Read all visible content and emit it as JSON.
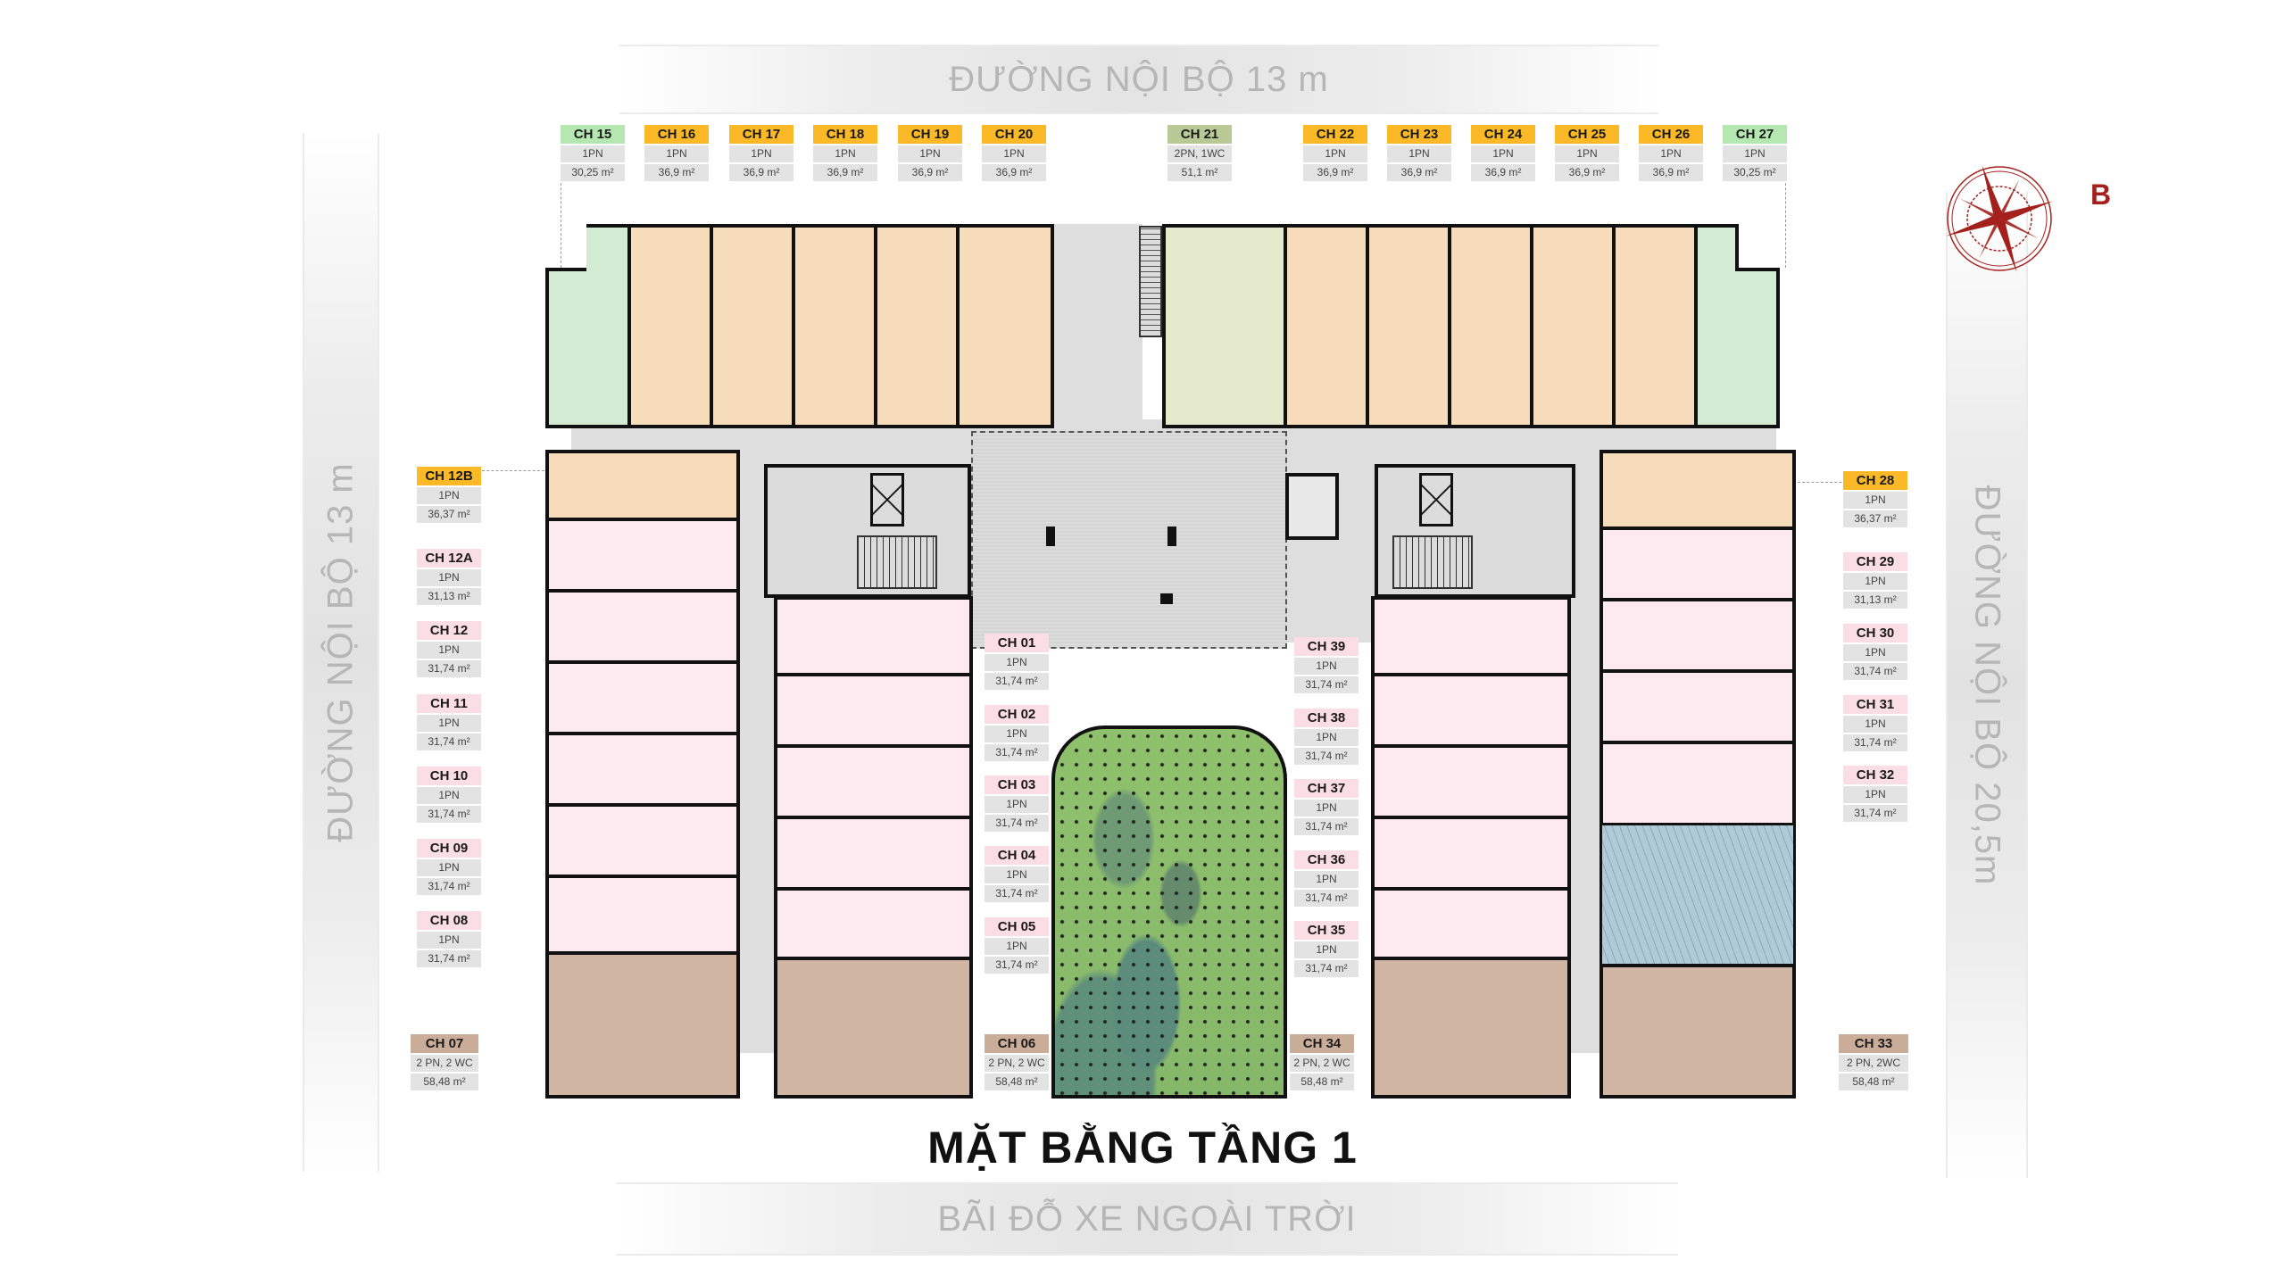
{
  "title": "MẶT BẰNG TẦNG 1",
  "roads": {
    "top": "ĐƯỜNG NỘI BỘ 13 m",
    "left": "ĐƯỜNG NỘI BỘ 13 m",
    "right": "ĐƯỜNG NỘI BỘ 20,5m",
    "bottom": "BÃI ĐỖ XE NGOÀI TRỜI"
  },
  "compass": {
    "label": "B",
    "color": "#a4201c"
  },
  "colors": {
    "orange_tag": "#fbb827",
    "green_tag": "#b5e8b0",
    "olive_tag": "#b9c995",
    "pink_tag": "#fbdde6",
    "tan_tag": "#c9ad98",
    "peach_unit": "#f7dcbc",
    "mint_unit": "#d2ecd4",
    "pink_unit": "#fdeaf0",
    "tan_unit": "#d0b5a3"
  },
  "units_top": [
    {
      "name": "CH 15",
      "type": "1PN",
      "area": "30,25 m²",
      "tag": "green"
    },
    {
      "name": "CH 16",
      "type": "1PN",
      "area": "36,9 m²",
      "tag": "orange"
    },
    {
      "name": "CH 17",
      "type": "1PN",
      "area": "36,9 m²",
      "tag": "orange"
    },
    {
      "name": "CH 18",
      "type": "1PN",
      "area": "36,9 m²",
      "tag": "orange"
    },
    {
      "name": "CH 19",
      "type": "1PN",
      "area": "36,9 m²",
      "tag": "orange"
    },
    {
      "name": "CH 20",
      "type": "1PN",
      "area": "36,9 m²",
      "tag": "orange"
    },
    {
      "name": "CH 21",
      "type": "2PN, 1WC",
      "area": "51,1 m²",
      "tag": "olive"
    },
    {
      "name": "CH 22",
      "type": "1PN",
      "area": "36,9 m²",
      "tag": "orange"
    },
    {
      "name": "CH 23",
      "type": "1PN",
      "area": "36,9 m²",
      "tag": "orange"
    },
    {
      "name": "CH 24",
      "type": "1PN",
      "area": "36,9 m²",
      "tag": "orange"
    },
    {
      "name": "CH 25",
      "type": "1PN",
      "area": "36,9 m²",
      "tag": "orange"
    },
    {
      "name": "CH 26",
      "type": "1PN",
      "area": "36,9 m²",
      "tag": "orange"
    },
    {
      "name": "CH 27",
      "type": "1PN",
      "area": "30,25 m²",
      "tag": "green"
    }
  ],
  "units_left": [
    {
      "name": "CH 12B",
      "type": "1PN",
      "area": "36,37 m²",
      "tag": "orange"
    },
    {
      "name": "CH 12A",
      "type": "1PN",
      "area": "31,13 m²",
      "tag": "pink"
    },
    {
      "name": "CH 12",
      "type": "1PN",
      "area": "31,74 m²",
      "tag": "pink"
    },
    {
      "name": "CH 11",
      "type": "1PN",
      "area": "31,74 m²",
      "tag": "pink"
    },
    {
      "name": "CH 10",
      "type": "1PN",
      "area": "31,74 m²",
      "tag": "pink"
    },
    {
      "name": "CH 09",
      "type": "1PN",
      "area": "31,74 m²",
      "tag": "pink"
    },
    {
      "name": "CH 08",
      "type": "1PN",
      "area": "31,74 m²",
      "tag": "pink"
    },
    {
      "name": "CH 07",
      "type": "2 PN, 2 WC",
      "area": "58,48 m²",
      "tag": "tan"
    }
  ],
  "units_inner_left": [
    {
      "name": "CH 01",
      "type": "1PN",
      "area": "31,74 m²",
      "tag": "pink"
    },
    {
      "name": "CH 02",
      "type": "1PN",
      "area": "31,74 m²",
      "tag": "pink"
    },
    {
      "name": "CH 03",
      "type": "1PN",
      "area": "31,74 m²",
      "tag": "pink"
    },
    {
      "name": "CH 04",
      "type": "1PN",
      "area": "31,74 m²",
      "tag": "pink"
    },
    {
      "name": "CH 05",
      "type": "1PN",
      "area": "31,74 m²",
      "tag": "pink"
    },
    {
      "name": "CH 06",
      "type": "2 PN, 2 WC",
      "area": "58,48 m²",
      "tag": "tan"
    }
  ],
  "units_inner_right": [
    {
      "name": "CH 39",
      "type": "1PN",
      "area": "31,74 m²",
      "tag": "pink"
    },
    {
      "name": "CH 38",
      "type": "1PN",
      "area": "31,74 m²",
      "tag": "pink"
    },
    {
      "name": "CH 37",
      "type": "1PN",
      "area": "31,74 m²",
      "tag": "pink"
    },
    {
      "name": "CH 36",
      "type": "1PN",
      "area": "31,74 m²",
      "tag": "pink"
    },
    {
      "name": "CH 35",
      "type": "1PN",
      "area": "31,74 m²",
      "tag": "pink"
    },
    {
      "name": "CH 34",
      "type": "2 PN, 2 WC",
      "area": "58,48 m²",
      "tag": "tan"
    }
  ],
  "units_right": [
    {
      "name": "CH 28",
      "type": "1PN",
      "area": "36,37 m²",
      "tag": "orange"
    },
    {
      "name": "CH 29",
      "type": "1PN",
      "area": "31,13 m²",
      "tag": "pink"
    },
    {
      "name": "CH 30",
      "type": "1PN",
      "area": "31,74 m²",
      "tag": "pink"
    },
    {
      "name": "CH 31",
      "type": "1PN",
      "area": "31,74 m²",
      "tag": "pink"
    },
    {
      "name": "CH 32",
      "type": "1PN",
      "area": "31,74 m²",
      "tag": "pink"
    },
    {
      "name": "CH 33",
      "type": "2 PN, 2WC",
      "area": "58,48 m²",
      "tag": "tan"
    }
  ]
}
